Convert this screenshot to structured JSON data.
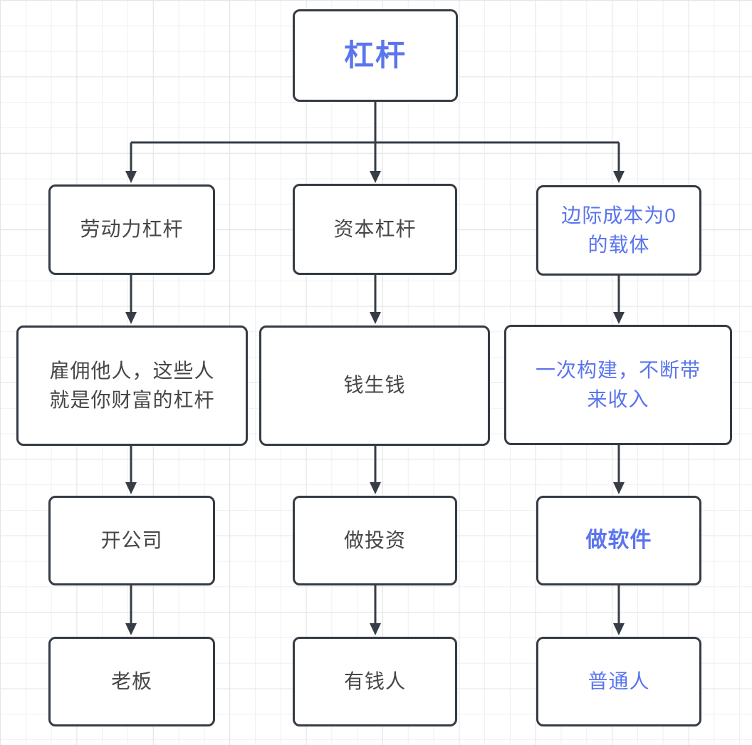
{
  "diagram": {
    "type": "flowchart",
    "background": "grid-paper",
    "colors": {
      "box_border": "#343b44",
      "connector": "#363d46",
      "text_dark": "#464646",
      "text_blue": "#5b75ee",
      "box_fill": "#ffffff",
      "grid_minor": "#efeff1",
      "grid_major": "#e4e4e7"
    }
  },
  "nodes": {
    "root": {
      "label": "杠杆"
    },
    "labor": {
      "label": "劳动力杠杆"
    },
    "capital": {
      "label": "资本杠杆"
    },
    "media": {
      "label": "边际成本为0\n的载体"
    },
    "hire": {
      "label": "雇佣他人，这些人\n就是你财富的杠杆"
    },
    "money": {
      "label": "钱生钱"
    },
    "build": {
      "label": "一次构建，不断带\n来收入"
    },
    "company": {
      "label": "开公司"
    },
    "invest": {
      "label": "做投资"
    },
    "software": {
      "label": "做软件"
    },
    "boss": {
      "label": "老板"
    },
    "rich": {
      "label": "有钱人"
    },
    "ordinary": {
      "label": "普通人"
    }
  },
  "edges": [
    "root->labor",
    "root->capital",
    "root->media",
    "labor->hire",
    "capital->money",
    "media->build",
    "hire->company",
    "money->invest",
    "build->software",
    "company->boss",
    "invest->rich",
    "software->ordinary"
  ]
}
